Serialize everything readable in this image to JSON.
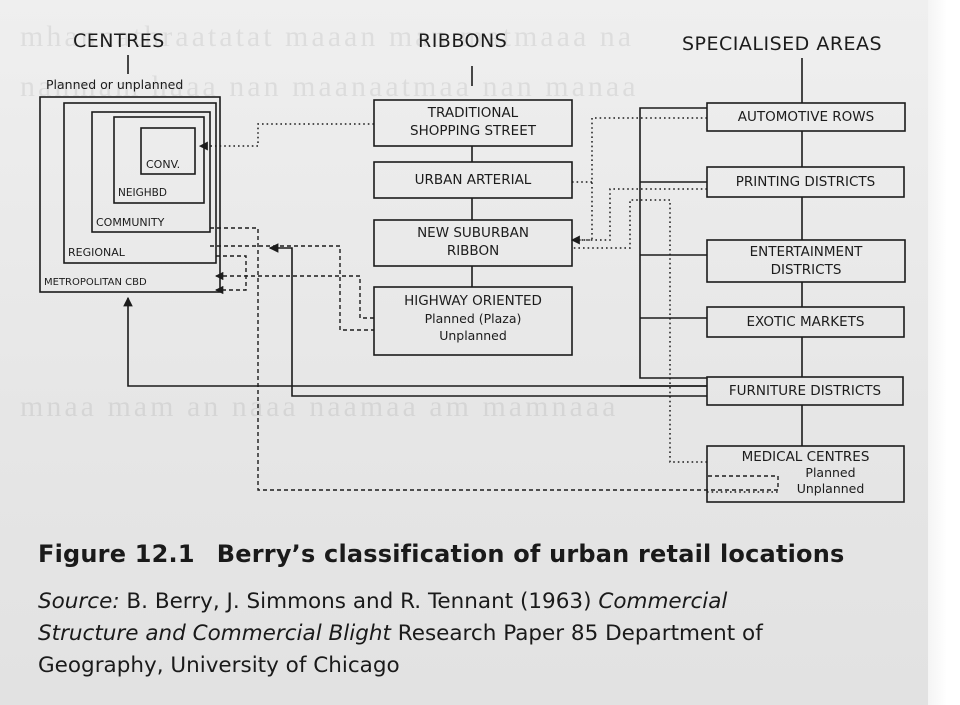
{
  "headers": {
    "centres": "CENTRES",
    "ribbons": "RIBBONS",
    "specialised": "SPECIALISED AREAS",
    "planned_note": "Planned or unplanned"
  },
  "centres": [
    "CONV.",
    "NEIGHBD",
    "COMMUNITY",
    "REGIONAL",
    "METROPOLITAN CBD"
  ],
  "ribbons": [
    [
      "TRADITIONAL",
      "SHOPPING STREET"
    ],
    [
      "URBAN ARTERIAL"
    ],
    [
      "NEW SUBURBAN",
      "RIBBON"
    ],
    [
      "HIGHWAY ORIENTED",
      "Planned (Plaza)",
      "Unplanned"
    ]
  ],
  "specialised": [
    [
      "AUTOMOTIVE ROWS"
    ],
    [
      "PRINTING DISTRICTS"
    ],
    [
      "ENTERTAINMENT",
      "DISTRICTS"
    ],
    [
      "EXOTIC MARKETS"
    ],
    [
      "FURNITURE DISTRICTS"
    ],
    [
      "MEDICAL CENTRES",
      "Planned",
      "Unplanned"
    ]
  ],
  "caption": {
    "figure_number": "Figure 12.1",
    "figure_title": "Berry’s classification of urban retail locations",
    "source_label": "Source:",
    "source_authors": "B. Berry, J. Simmons and R. Tennant (1963)",
    "source_title_a": "Commercial",
    "source_title_b": "Structure and Commercial Blight",
    "source_rest_a": "Research Paper 85 Department of",
    "source_rest_b": "Geography, University of Chicago"
  },
  "colors": {
    "ink": "#1c1c1c",
    "paper": "#ebebeb"
  }
}
